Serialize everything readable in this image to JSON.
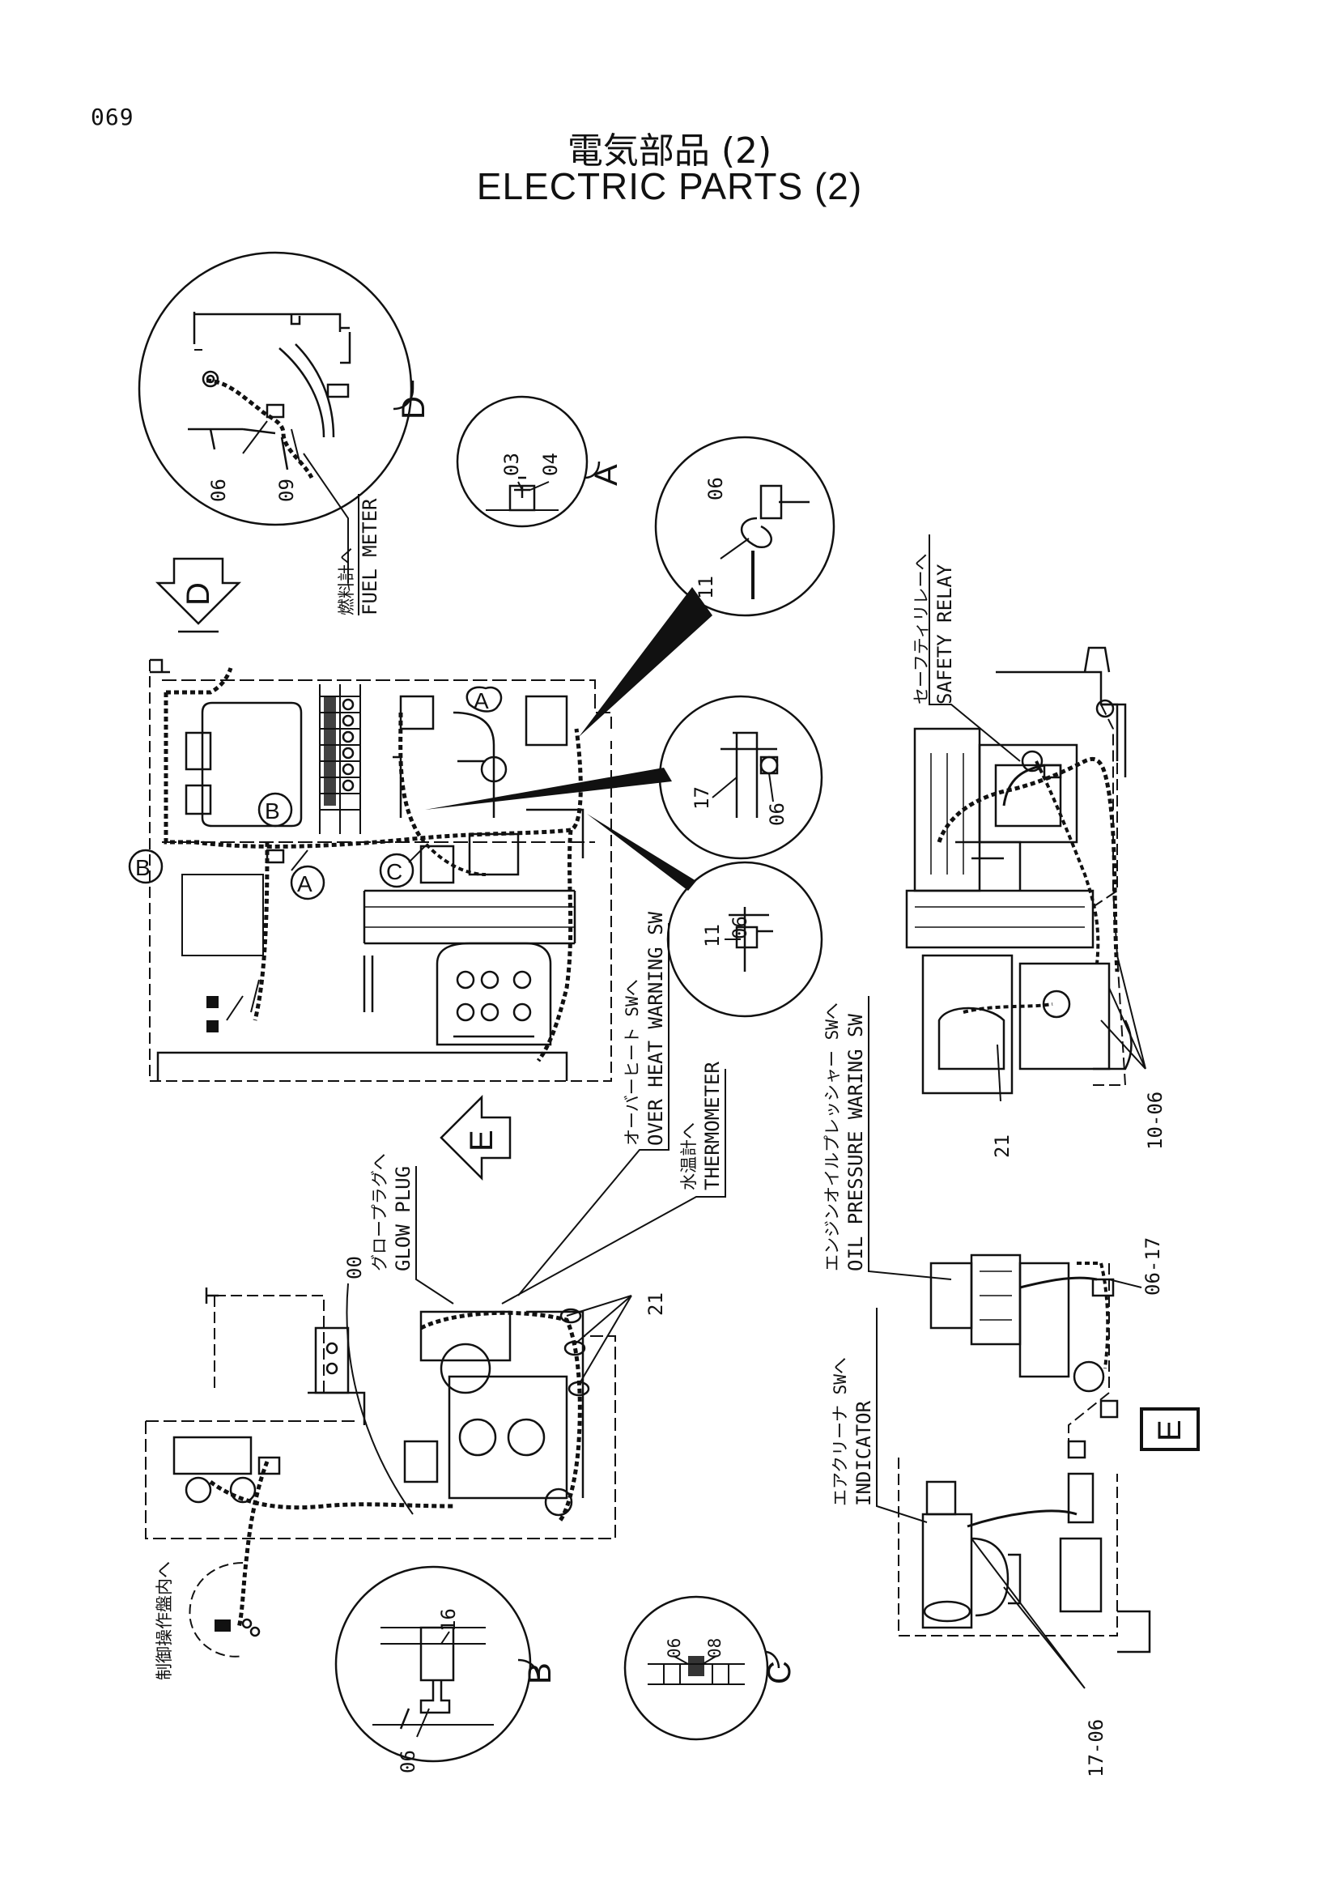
{
  "page_number": "069",
  "title_jp": "電気部品 (2)",
  "title_en": "ELECTRIC PARTS (2)",
  "views": {
    "A": "A",
    "B": "B",
    "C": "C",
    "D": "D",
    "E": "E"
  },
  "detail_d": {
    "parts": [
      "06",
      "09"
    ],
    "label_jp": "燃料計へ",
    "label_en": "FUEL METER"
  },
  "detail_a": {
    "parts": [
      "03",
      "04"
    ]
  },
  "detail_1": {
    "parts": [
      "06",
      "11"
    ]
  },
  "detail_2": {
    "parts": [
      "17",
      "06"
    ]
  },
  "detail_3": {
    "parts": [
      "06",
      "11"
    ]
  },
  "detail_b": {
    "parts": [
      "16",
      "06"
    ]
  },
  "detail_c": {
    "parts": [
      "06",
      "08"
    ]
  },
  "safety_relay": {
    "label_jp": "セーフティリレーへ",
    "label_en": "SAFETY RELAY"
  },
  "over_heat": {
    "label_jp": "オーバーヒート SWへ",
    "label_en": "OVER HEAT WARNING SW"
  },
  "thermometer": {
    "label_jp": "水温計へ",
    "label_en": "THERMOMETER"
  },
  "glow_plug": {
    "label_jp": "グロープラグへ",
    "label_en": "GLOW PLUG"
  },
  "oil_pressure": {
    "label_jp": "エンジンオイルプレッシャー SWへ",
    "label_en": "OIL PRESSURE WARING SW"
  },
  "indicator": {
    "label_jp": "エアクリーナ SWへ",
    "label_en": "INDICATOR"
  },
  "control_panel": {
    "label_jp": "制御操作盤内へ"
  },
  "callouts": {
    "p00": "00",
    "p21a": "21",
    "p21b": "21",
    "p10_06": "10-06",
    "p06_17": "06-17",
    "p17_06": "17-06"
  }
}
